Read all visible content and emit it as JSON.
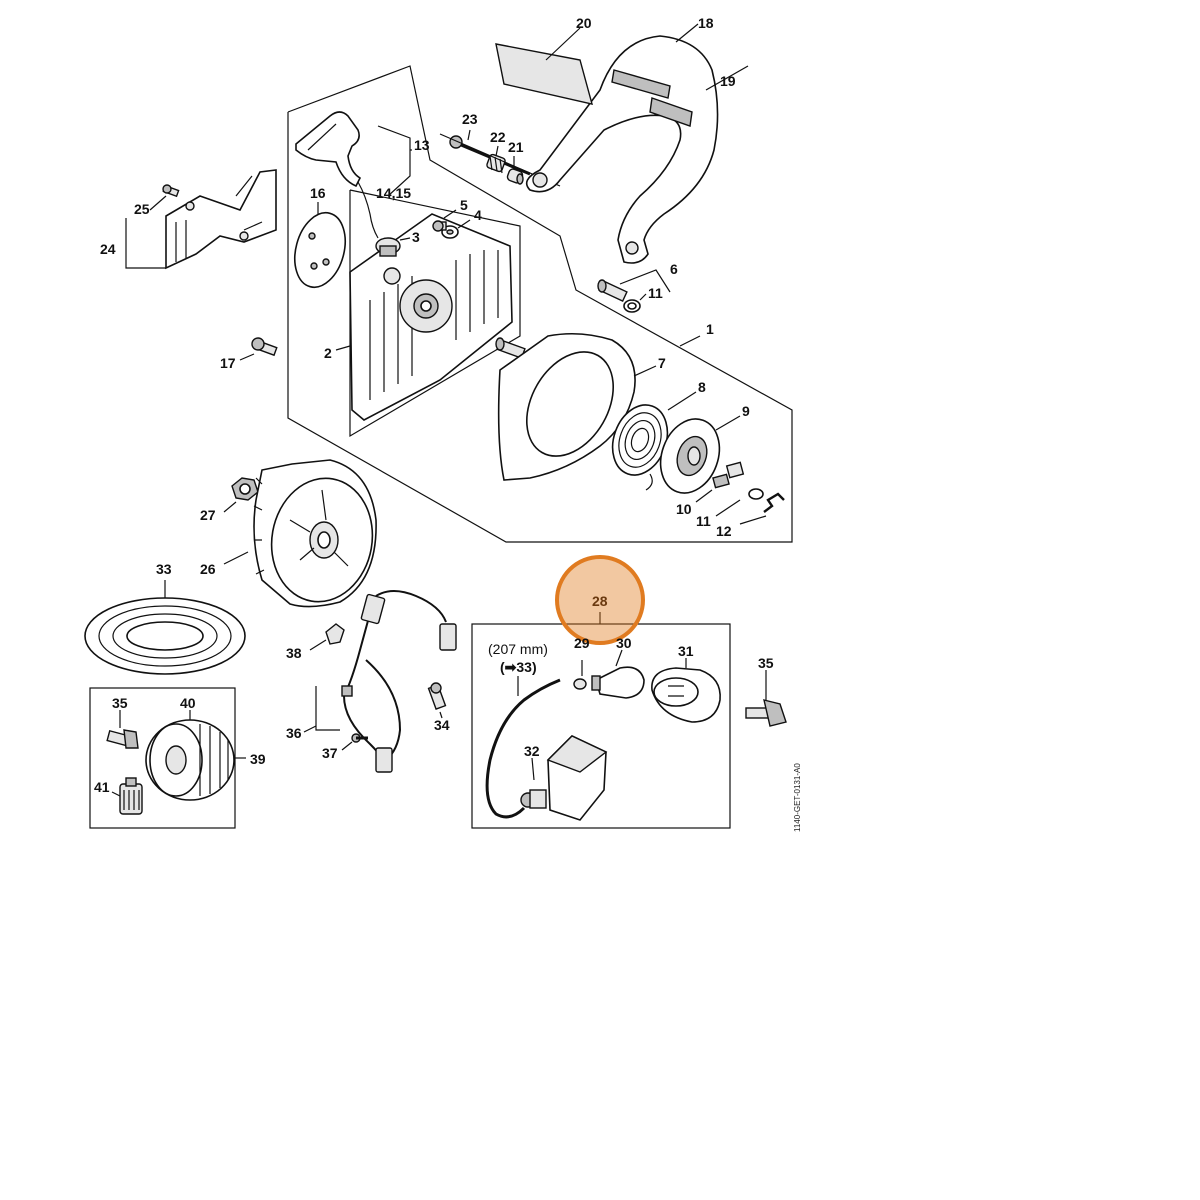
{
  "diagram": {
    "highlight_color": "#e07b20",
    "highlighted_part": "28",
    "labels": {
      "l1": "1",
      "l2": "2",
      "l3": "3",
      "l4": "4",
      "l5": "5",
      "l6": "6",
      "l7": "7",
      "l8": "8",
      "l9": "9",
      "l10": "10",
      "l11a": "11",
      "l11b": "11",
      "l12": "12",
      "l13": "13",
      "l1415": "14,15",
      "l16": "16",
      "l17": "17",
      "l18": "18",
      "l19": "19",
      "l20": "20",
      "l21": "21",
      "l22": "22",
      "l23": "23",
      "l24": "24",
      "l25": "25",
      "l26": "26",
      "l27": "27",
      "l28": "28",
      "l29": "29",
      "l30": "30",
      "l31": "31",
      "l32": "32",
      "l33": "33",
      "l34": "34",
      "l35a": "35",
      "l35b": "35",
      "l36": "36",
      "l37": "37",
      "l38": "38",
      "l39": "39",
      "l40": "40",
      "l41": "41"
    },
    "hose_length_note": "(207 mm)",
    "hose_ref_note": "(➡33)",
    "drawing_code": "1140-GET-0131-A0"
  }
}
